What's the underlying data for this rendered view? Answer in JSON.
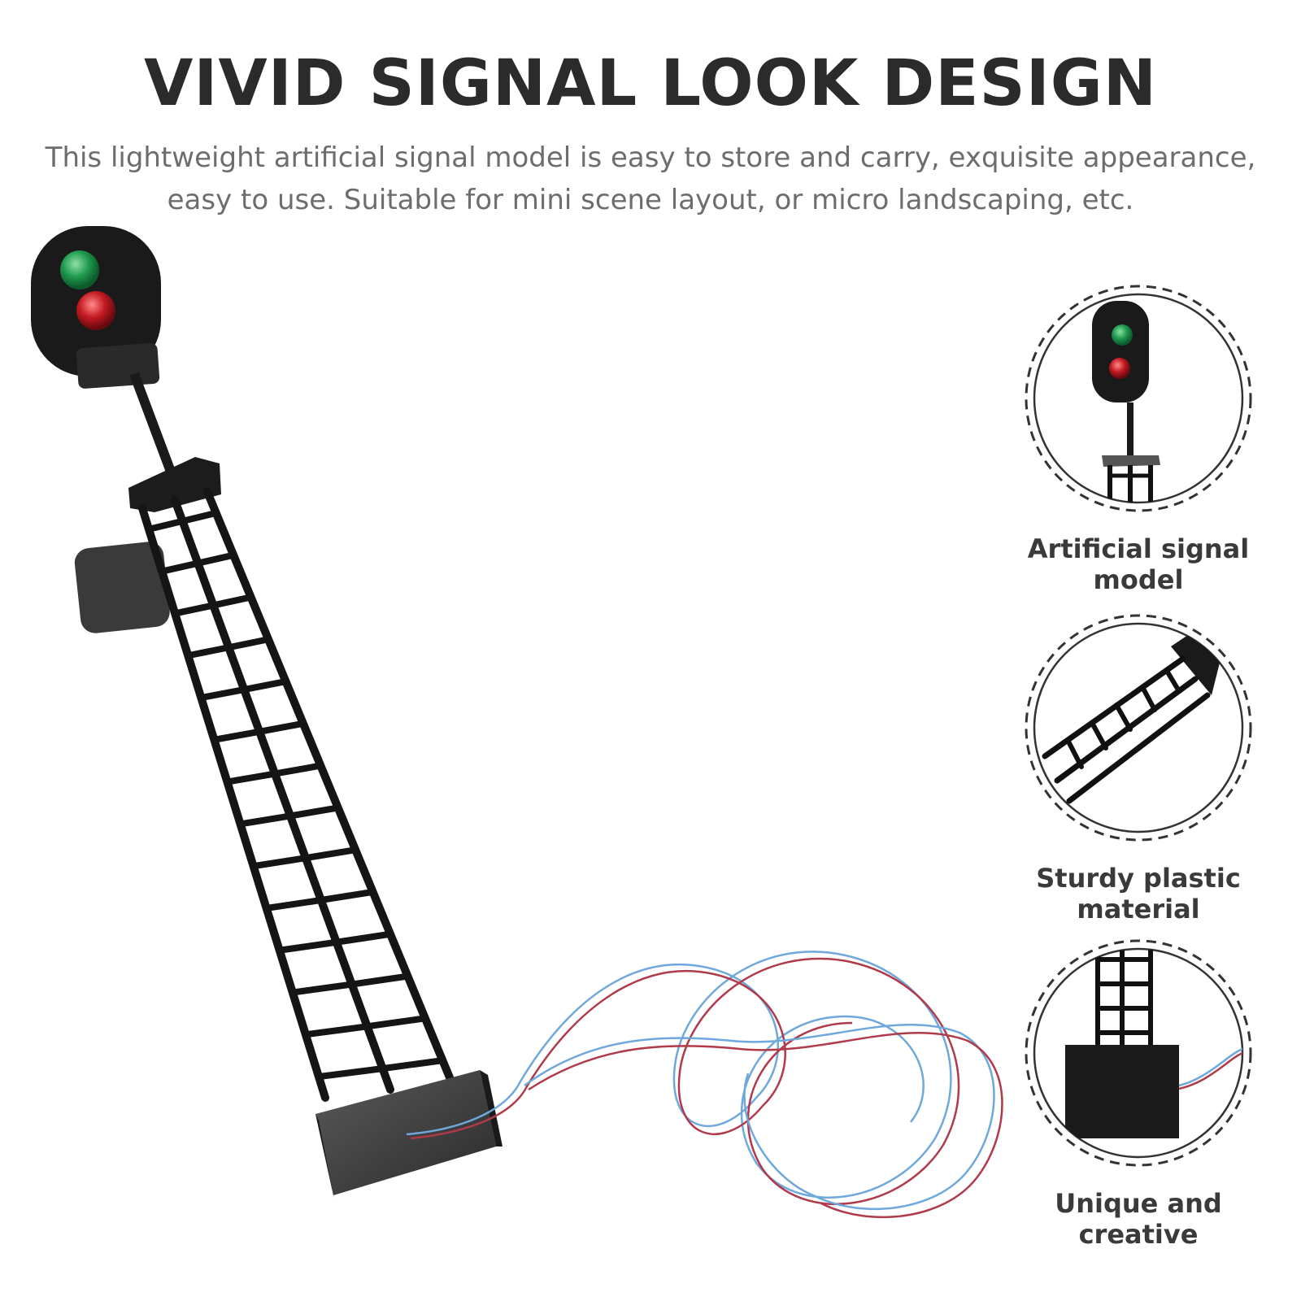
{
  "header": {
    "title": "VIVID SIGNAL LOOK DESIGN",
    "description_line1": "This lightweight artificial signal model is easy to store and carry, exquisite appearance,",
    "description_line2": "easy to use. Suitable for mini scene layout, or micro landscaping, etc."
  },
  "features": [
    {
      "label_line1": "Artificial signal",
      "label_line2": "model",
      "icon": "signal-head-closeup-icon"
    },
    {
      "label_line1": "Sturdy plastic",
      "label_line2": "material",
      "icon": "ladder-mast-closeup-icon"
    },
    {
      "label_line1": "Unique and",
      "label_line2": "creative",
      "icon": "base-plate-closeup-icon"
    }
  ],
  "colors": {
    "title": "#2b2b2b",
    "text": "#6d6d6d",
    "signal_body": "#1a1a1a",
    "green_lamp": "#1f9a4e",
    "red_lamp": "#c41a22",
    "wire_blue": "#6fa8dc",
    "wire_red": "#b03a4a"
  }
}
